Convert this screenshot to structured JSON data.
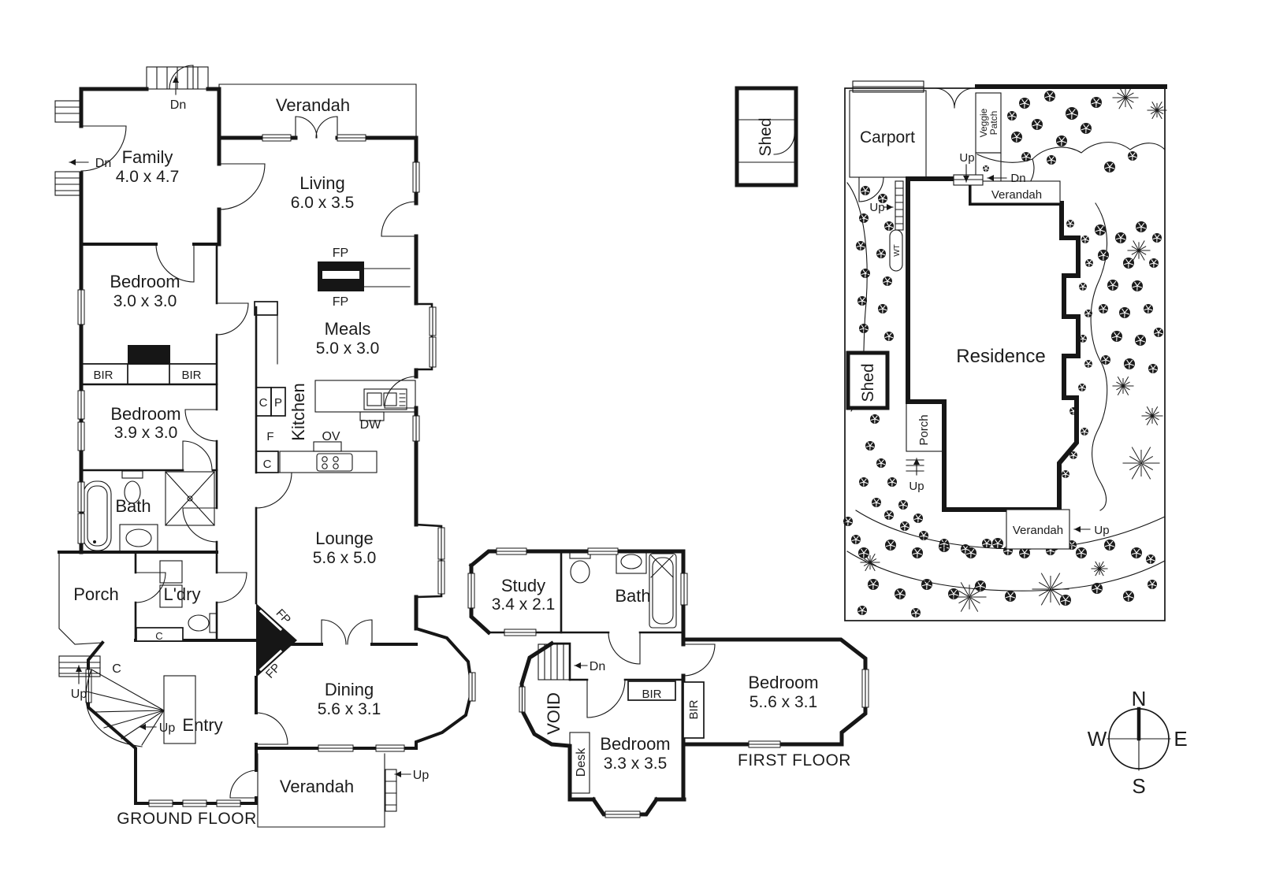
{
  "ground_floor": {
    "floor_label": "GROUND FLOOR",
    "rooms": {
      "family": {
        "name": "Family",
        "dims": "4.0 x 4.7"
      },
      "verandah_top": {
        "name": "Verandah"
      },
      "living": {
        "name": "Living",
        "dims": "6.0 x 3.5"
      },
      "meals": {
        "name": "Meals",
        "dims": "5.0 x 3.0"
      },
      "kitchen": {
        "name": "Kitchen"
      },
      "bedroom1": {
        "name": "Bedroom",
        "dims": "3.0 x 3.0"
      },
      "bedroom2": {
        "name": "Bedroom",
        "dims": "3.9 x 3.0"
      },
      "bath": {
        "name": "Bath"
      },
      "porch": {
        "name": "Porch"
      },
      "laundry": {
        "name": "L'dry"
      },
      "entry": {
        "name": "Entry"
      },
      "lounge": {
        "name": "Lounge",
        "dims": "5.6 x 5.0"
      },
      "dining": {
        "name": "Dining",
        "dims": "5.6 x 3.1"
      },
      "verandah_bottom": {
        "name": "Verandah"
      }
    },
    "fixtures": {
      "bir_left": "BIR",
      "bir_right": "BIR",
      "fp_upper": "FP",
      "fp_lower": "FP",
      "fp_dining_upper": "FP",
      "fp_dining_lower": "FP",
      "dishwasher": "DW",
      "oven": "OV",
      "cupboard_1": "C",
      "pantry": "P",
      "fridge": "F",
      "cupboard_2": "C",
      "cupboard_3": "C",
      "cupboard_4": "C"
    },
    "stairs": {
      "dn_top": "Dn",
      "dn_left": "Dn",
      "up_porch": "Up",
      "up_entry": "Up",
      "up_verandah": "Up"
    }
  },
  "first_floor": {
    "floor_label": "FIRST FLOOR",
    "rooms": {
      "study": {
        "name": "Study",
        "dims": "3.4 x 2.1"
      },
      "bath": {
        "name": "Bath"
      },
      "bedroom_large": {
        "name": "Bedroom",
        "dims": "5..6 x 3.1"
      },
      "bedroom_small": {
        "name": "Bedroom",
        "dims": "3.3 x 3.5"
      },
      "void_label": "VOID",
      "desk_label": "Desk"
    },
    "fixtures": {
      "bir_hall": "BIR",
      "bir_side": "BIR"
    },
    "stairs": {
      "dn": "Dn"
    }
  },
  "site_plan": {
    "labels": {
      "shed_top": "Shed",
      "carport": "Carport",
      "veggie_line1": "Veggie",
      "veggie_line2": "Patch",
      "residence": "Residence",
      "verandah_top": "Verandah",
      "verandah_bottom": "Verandah",
      "shed_side": "Shed",
      "porch": "Porch",
      "water_tank": "WT",
      "up_gate": "Up",
      "dn_gate": "Dn",
      "up_side": "Up",
      "up_porch": "Up",
      "up_verandah": "Up"
    }
  },
  "compass": {
    "north": "N",
    "south": "S",
    "east": "E",
    "west": "W"
  }
}
